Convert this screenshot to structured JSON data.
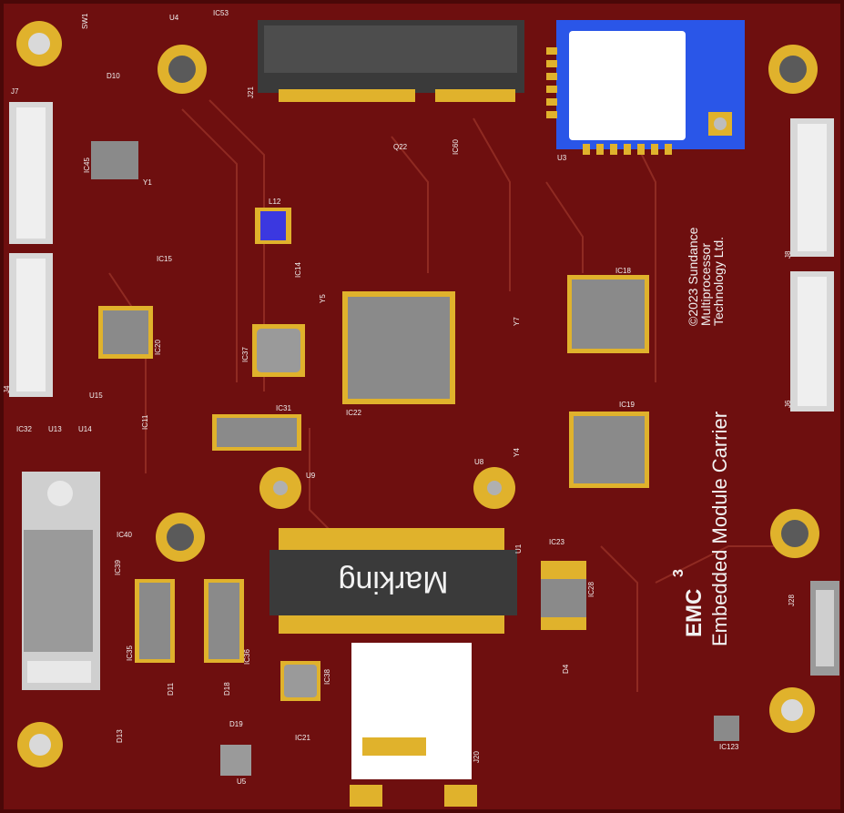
{
  "board": {
    "title_main": "EMC",
    "title_sup": "3",
    "subtitle": "Embedded Module Carrier",
    "copyright_lines": [
      "©2023 Sundance",
      "Multiprocessor",
      "Technology Ltd."
    ],
    "marking": "Marking"
  },
  "labels": {
    "sw1": "SW1",
    "u4": "U4",
    "ic53": "IC53",
    "d10": "D10",
    "j21": "J21",
    "q22": "Q22",
    "ic60": "IC60",
    "u3": "U3",
    "j7": "J7",
    "ic45": "IC45",
    "y1": "Y1",
    "ic15": "IC15",
    "l12": "L12",
    "ic14": "IC14",
    "y5": "Y5",
    "j8": "J8",
    "ic18": "IC18",
    "y7": "Y7",
    "ic20": "IC20",
    "ic37": "IC37",
    "ic22": "IC22",
    "j4": "J4",
    "j6": "J6",
    "u15": "U15",
    "ic11": "IC11",
    "ic31": "IC31",
    "ic19": "IC19",
    "ic32": "IC32",
    "u13": "U13",
    "u14": "U14",
    "u9": "U9",
    "u8": "U8",
    "y4": "Y4",
    "ic40": "IC40",
    "ic39": "IC39",
    "ic23": "IC23",
    "ic28": "IC28",
    "j28": "J28",
    "ic35": "IC35",
    "ic36": "IC36",
    "ic38": "IC38",
    "d4": "D4",
    "d11": "D11",
    "d18": "D18",
    "d13": "D13",
    "d19": "D19",
    "u5": "U5",
    "ic21": "IC21",
    "j20": "J20",
    "ic123": "IC123",
    "u1": "U1"
  },
  "colors": {
    "pcb": "#6e0f0f",
    "pcb_edge": "#4a0808",
    "trace": "#8f2a22",
    "pad_gold": "#e0b22c",
    "chip": "#8a8a8a",
    "module_blue": "#2a56e8",
    "silkscreen": "#f2f2f2"
  }
}
